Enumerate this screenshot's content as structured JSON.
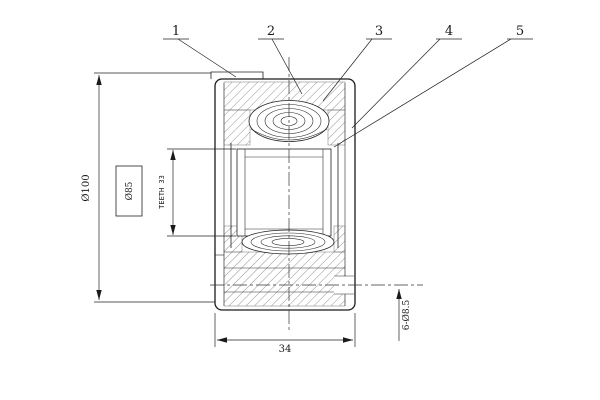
{
  "drawing": {
    "callouts": [
      {
        "label": "1"
      },
      {
        "label": "2"
      },
      {
        "label": "3"
      },
      {
        "label": "4"
      },
      {
        "label": "5"
      }
    ],
    "dimensions": {
      "outer_diameter": "Ø100",
      "inner_diameter": "Ø85",
      "spline": "TEETH 33",
      "width": "34",
      "bolt_holes": "6-Ø8.5"
    },
    "colors": {
      "line": "#1a1a1a",
      "background": "#ffffff"
    }
  }
}
